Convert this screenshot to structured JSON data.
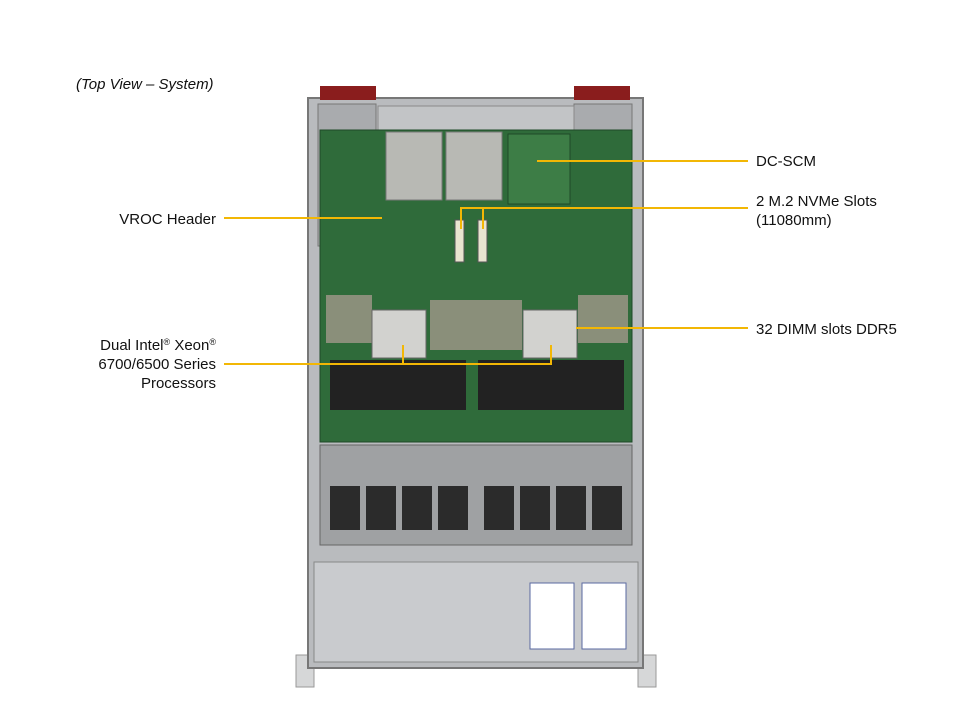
{
  "caption": "(Top View – System)",
  "callouts": {
    "dc_scm": "DC-SCM",
    "m2_line1": "2 M.2 NVMe Slots",
    "m2_line2": "(11080mm)",
    "vroc": "VROC Header",
    "dimm": "32 DIMM slots DDR5",
    "cpu_line1a": "Dual Intel",
    "cpu_line1b": " Xeon",
    "cpu_reg": "®",
    "cpu_line2": "6700/6500 Series",
    "cpu_line3": "Processors"
  },
  "colors": {
    "leader": "#f2b705",
    "pcb": "#2f6b3a",
    "chassis": "#c9cbce",
    "heatsink": "#b8b9b4"
  }
}
